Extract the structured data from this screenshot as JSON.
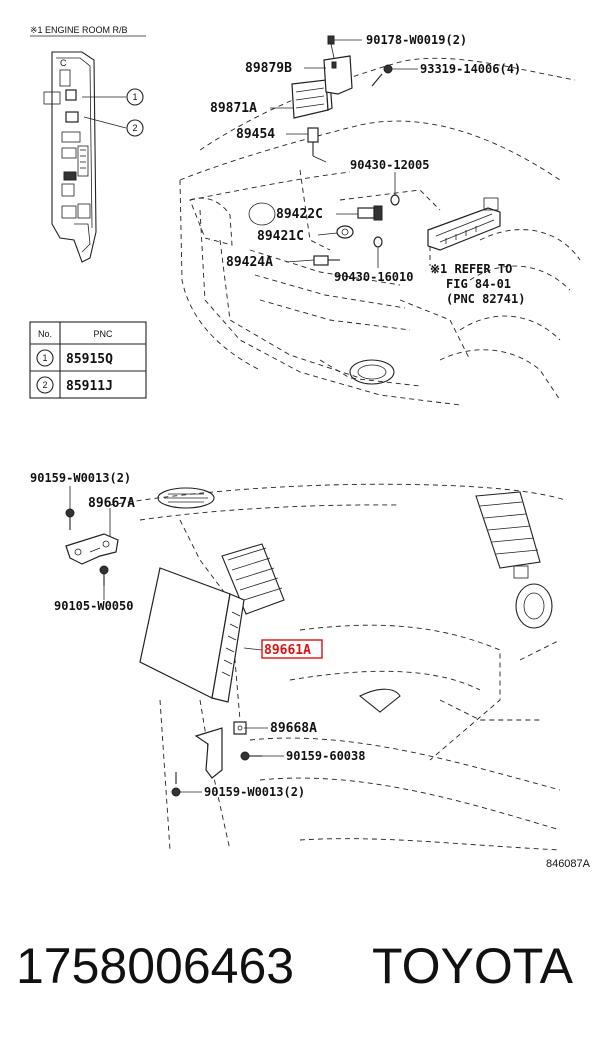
{
  "header_label": "※1 ENGINE ROOM R/B",
  "table": {
    "col_no": "No.",
    "col_pnc": "PNC",
    "rows": [
      {
        "no": "1",
        "pnc": "85915Q"
      },
      {
        "no": "2",
        "pnc": "85911J"
      }
    ]
  },
  "callouts": {
    "c1": "1",
    "c2": "2"
  },
  "top_parts": {
    "p_90178": "90178-W0019(2)",
    "p_89879b": "89879B",
    "p_93319": "93319-14006(4)",
    "p_89871a": "89871A",
    "p_89454": "89454",
    "p_90430a": "90430-12005",
    "p_89422c": "89422C",
    "p_89421c": "89421C",
    "p_89424a": "89424A",
    "p_90430b": "90430-16010",
    "refer_1": "※1 REFER TO",
    "refer_2": "FIG 84-01",
    "refer_3": "(PNC 82741)"
  },
  "bottom_parts": {
    "p_90159a": "90159-W0013(2)",
    "p_89667a": "89667A",
    "p_90105": "90105-W0050",
    "p_89661a": "89661A",
    "p_89668a": "89668A",
    "p_90159b": "90159-60038",
    "p_90159c": "90159-W0013(2)"
  },
  "drawing_code": "846087A",
  "footer": {
    "part_number": "1758006463",
    "brand": "TOYOTA"
  },
  "colors": {
    "highlight": "#dd1111",
    "line": "#222222"
  }
}
